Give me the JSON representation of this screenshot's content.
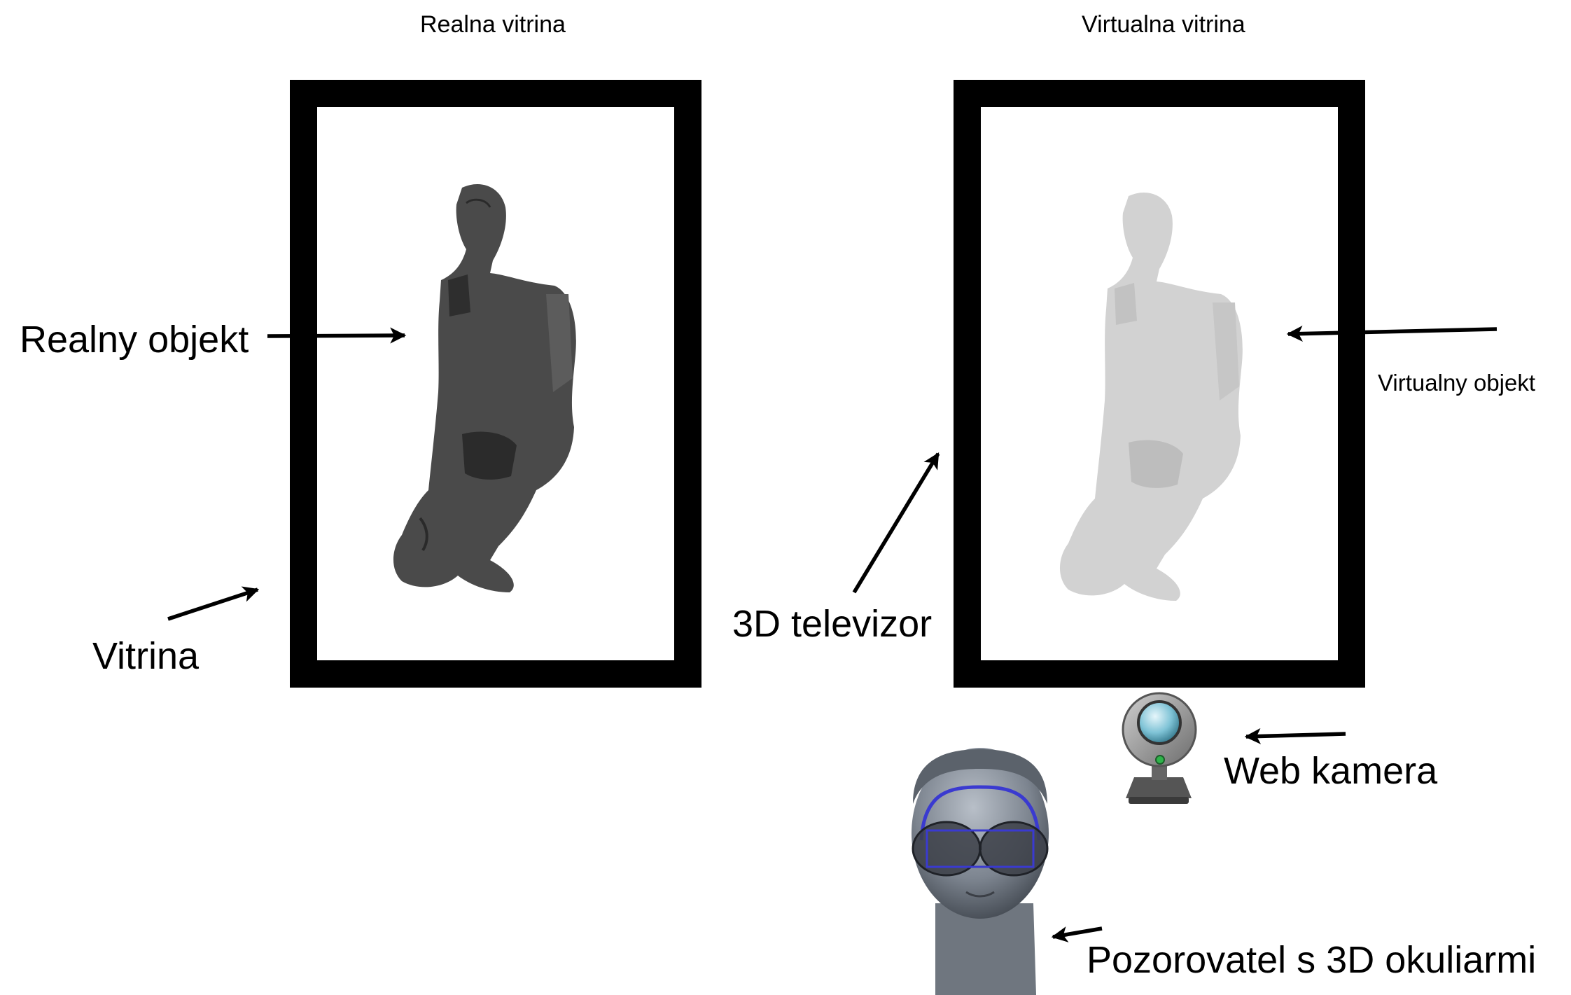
{
  "titles": {
    "real_showcase": "Realna vitrina",
    "virtual_showcase": "Virtualna vitrina"
  },
  "labels": {
    "real_object": "Realny objekt",
    "showcase": "Vitrina",
    "tv_3d": "3D televizor",
    "virtual_object": "Virtualny objekt",
    "web_camera": "Web kamera",
    "observer": "Pozorovatel s 3D okuliarmi"
  },
  "colors": {
    "frame": "#000000",
    "real_statue": "#4a4a4a",
    "virtual_statue": "#d2d2d2",
    "glasses_outline": "#3a3ad0",
    "camera_lens": "#7fc3d6"
  },
  "icons": {
    "real_statue": "kneeling-statue-icon",
    "virtual_statue": "kneeling-statue-ghost-icon",
    "web_camera": "webcam-icon",
    "observer": "head-with-3d-glasses-icon"
  }
}
